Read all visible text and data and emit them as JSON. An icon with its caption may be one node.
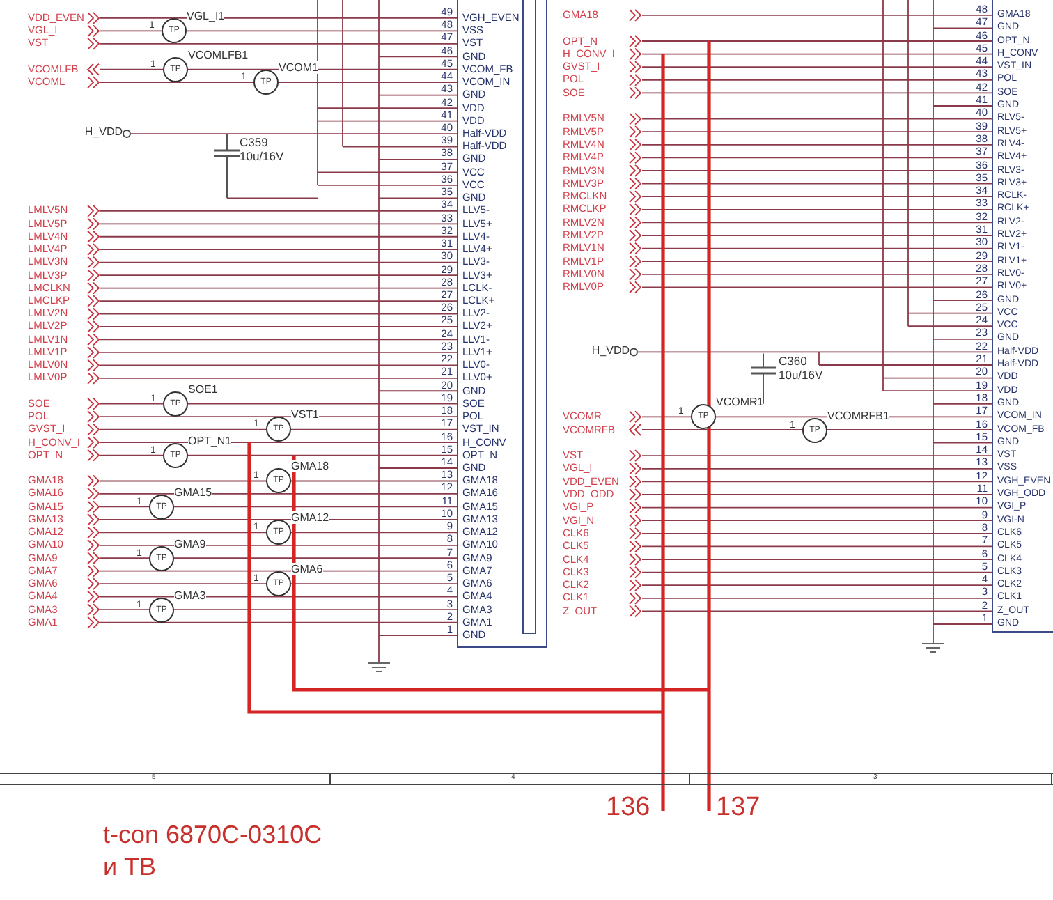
{
  "diagram": {
    "nodes": [
      {
        "text": [
          "TP"
        ],
        "beside": [
          "1",
          "VGL_I1"
        ]
      },
      {
        "text": [
          "TP"
        ],
        "beside": [
          "1",
          "VCOMLFB1"
        ]
      },
      {
        "text": [
          "TP"
        ],
        "beside": [
          "1",
          "VCOM1"
        ]
      },
      {
        "text": [
          "TP"
        ],
        "beside": [
          "1",
          "SOE1"
        ]
      },
      {
        "text": [
          "TP"
        ],
        "beside": [
          "1",
          "VST1"
        ]
      },
      {
        "text": [
          "TP"
        ],
        "beside": [
          "1",
          "OPT_N1"
        ]
      },
      {
        "text": [
          "TP"
        ],
        "beside": [
          "1",
          "GMA18"
        ]
      },
      {
        "text": [
          "TP"
        ],
        "beside": [
          "1",
          "GMA15"
        ]
      },
      {
        "text": [
          "TP"
        ],
        "beside": [
          "1",
          "GMA12"
        ]
      },
      {
        "text": [
          "TP"
        ],
        "beside": [
          "1",
          "GMA9"
        ]
      },
      {
        "text": [
          "TP"
        ],
        "beside": [
          "1",
          "GMA6"
        ]
      },
      {
        "text": [
          "TP"
        ],
        "beside": [
          "1",
          "GMA3"
        ]
      },
      {
        "text": [
          "VGH_EVEN",
          "VSS",
          "VST",
          "GND",
          "VCOM_FB",
          "VCOM_IN",
          "GND",
          "VDD",
          "VDD",
          "Half-VDD",
          "Half-VDD",
          "GND",
          "VCC",
          "VCC",
          "GND",
          "LLV5-",
          "LLV5+",
          "LLV4-",
          "LLV4+",
          "LLV3-",
          "LLV3+",
          "LCLK-",
          "LCLK+",
          "LLV2-",
          "LLV2+",
          "LLV1-",
          "LLV1+",
          "LLV0-",
          "LLV0+",
          "GND",
          "SOE",
          "POL",
          "VST_IN",
          "H_CONV",
          "OPT_N",
          "GND",
          "GMA18",
          "GMA16",
          "GMA15",
          "GMA13",
          "GMA12",
          "GMA10",
          "GMA9",
          "GMA7",
          "GMA6",
          "GMA4",
          "GMA3",
          "GMA1",
          "GND"
        ],
        "beside": [
          "49",
          "48",
          "47",
          "46",
          "45",
          "44",
          "43",
          "42",
          "41",
          "40",
          "39",
          "38",
          "37",
          "36",
          "35",
          "34",
          "33",
          "32",
          "31",
          "30",
          "29",
          "28",
          "27",
          "26",
          "25",
          "24",
          "23",
          "22",
          "21",
          "20",
          "19",
          "18",
          "17",
          "16",
          "15",
          "14",
          "13",
          "12",
          "11",
          "10",
          "9",
          "8",
          "7",
          "6",
          "5",
          "4",
          "3",
          "2",
          "1"
        ]
      },
      {
        "text": [
          "TP"
        ],
        "beside": [
          "1",
          "VCOMR1"
        ]
      },
      {
        "text": [
          "TP"
        ],
        "beside": [
          "1",
          "VCOMRFB1"
        ]
      },
      {
        "text": [
          "GMA18",
          "GND",
          "OPT_N",
          "H_CONV",
          "VST_IN",
          "POL",
          "SOE",
          "GND",
          "RLV5-",
          "RLV5+",
          "RLV4-",
          "RLV4+",
          "RLV3-",
          "RLV3+",
          "RCLK-",
          "RCLK+",
          "RLV2-",
          "RLV2+",
          "RLV1-",
          "RLV1+",
          "RLV0-",
          "RLV0+",
          "GND",
          "VCC",
          "VCC",
          "GND",
          "Half-VDD",
          "Half-VDD",
          "VDD",
          "VDD",
          "GND",
          "VCOM_IN",
          "VCOM_FB",
          "GND",
          "VST",
          "VSS",
          "VGH_EVEN",
          "VGH_ODD",
          "VGI_P",
          "VGI-N",
          "CLK6",
          "CLK5",
          "CLK4",
          "CLK3",
          "CLK2",
          "CLK1",
          "Z_OUT",
          "GND"
        ],
        "beside": [
          "48",
          "47",
          "46",
          "45",
          "44",
          "43",
          "42",
          "41",
          "40",
          "39",
          "38",
          "37",
          "36",
          "35",
          "34",
          "33",
          "32",
          "31",
          "30",
          "29",
          "28",
          "27",
          "26",
          "25",
          "24",
          "23",
          "22",
          "21",
          "20",
          "19",
          "18",
          "17",
          "16",
          "15",
          "14",
          "13",
          "12",
          "11",
          "10",
          "9",
          "8",
          "7",
          "6",
          "5",
          "4",
          "3",
          "2",
          "1"
        ]
      }
    ],
    "labels": [
      "VDD_EVEN",
      "VGL_I",
      "VST",
      "VCOMLFB",
      "VCOML",
      "H_VDD",
      "LMLV5N",
      "LMLV5P",
      "LMLV4N",
      "LMLV4P",
      "LMLV3N",
      "LMLV3P",
      "LMCLKN",
      "LMCLKP",
      "LMLV2N",
      "LMLV2P",
      "LMLV1N",
      "LMLV1P",
      "LMLV0N",
      "LMLV0P",
      "SOE",
      "POL",
      "GVST_I",
      "H_CONV_I",
      "OPT_N",
      "GMA18",
      "GMA16",
      "GMA15",
      "GMA13",
      "GMA12",
      "GMA10",
      "GMA9",
      "GMA7",
      "GMA6",
      "GMA4",
      "GMA3",
      "GMA1",
      "C359",
      "10u/16V",
      "GMA18",
      "OPT_N",
      "H_CONV_I",
      "GVST_I",
      "POL",
      "SOE",
      "RMLV5N",
      "RMLV5P",
      "RMLV4N",
      "RMLV4P",
      "RMLV3N",
      "RMLV3P",
      "RMCLKN",
      "RMCLKP",
      "RMLV2N",
      "RMLV2P",
      "RMLV1N",
      "RMLV1P",
      "RMLV0N",
      "RMLV0P",
      "H_VDD",
      "VCOMR",
      "VCOMRFB",
      "VST",
      "VGL_I",
      "VDD_EVEN",
      "VDD_ODD",
      "VGI_P",
      "VGI_N",
      "CLK6",
      "CLK5",
      "CLK4",
      "CLK3",
      "CLK2",
      "CLK1",
      "Z_OUT",
      "C360",
      "10u/16V",
      "5",
      "4",
      "3",
      "136",
      "137",
      "t-con 6870C-0310C",
      "и ТВ"
    ]
  }
}
